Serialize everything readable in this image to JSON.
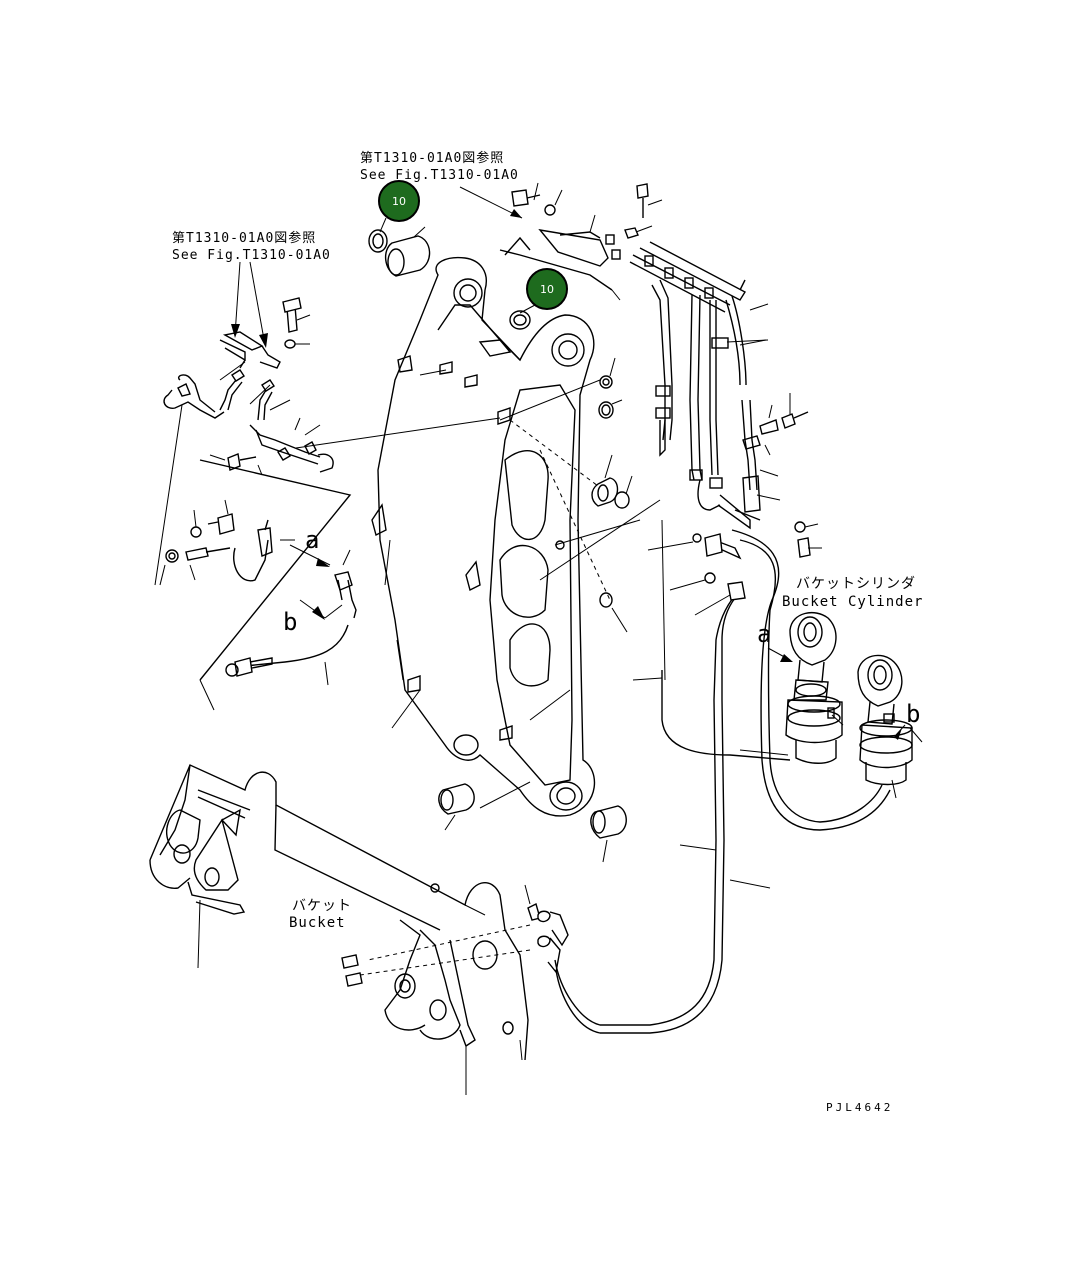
{
  "references": {
    "top": {
      "jp": "第T1310-01A0図参照",
      "en": "See Fig.T1310-01A0"
    },
    "left": {
      "jp": "第T1310-01A0図参照",
      "en": "See Fig.T1310-01A0"
    }
  },
  "callouts": [
    {
      "number": "10",
      "color": "#1e6b1e"
    },
    {
      "number": "10",
      "color": "#1e6b1e"
    }
  ],
  "labels": {
    "bucket_cylinder_jp": "バケットシリンダ",
    "bucket_cylinder_en": "Bucket Cylinder",
    "bucket_jp": "バケット",
    "bucket_en": "Bucket",
    "view_a": "a",
    "view_b": "b",
    "cyl_a": "a",
    "cyl_b": "b"
  },
  "drawing_code": "PJL4642"
}
